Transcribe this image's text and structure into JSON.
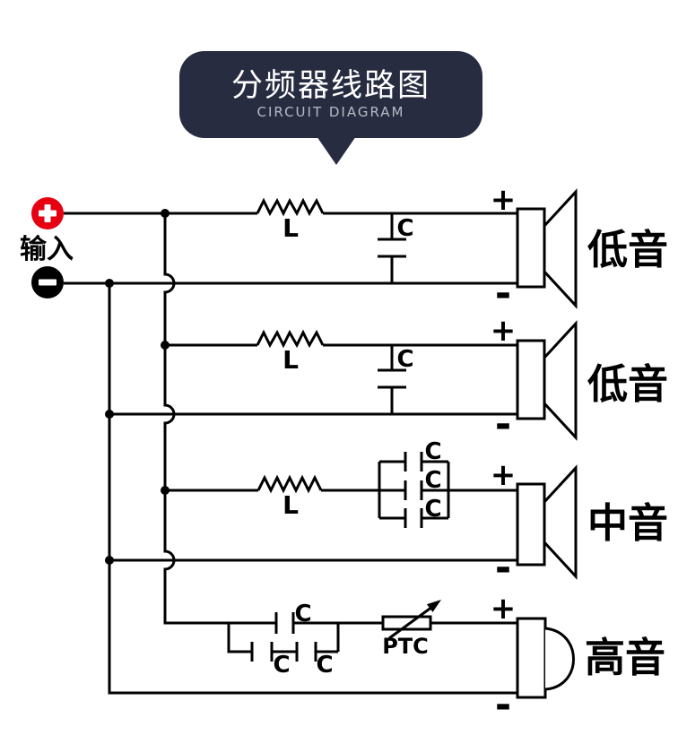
{
  "banner": {
    "title": "分频器线路图",
    "subtitle": "CIRCUIT DIAGRAM"
  },
  "input": {
    "label": "输入",
    "plus_icon": "plus-in-red-circle",
    "minus_icon": "minus-in-black-circle"
  },
  "colors": {
    "banner_bg": "#272c41",
    "banner_subtitle": "#b7bbc7",
    "terminal_plus_red": "#e60012",
    "terminal_minus_black": "#000000",
    "line_black": "#000000"
  },
  "branches": [
    {
      "inductor": "L",
      "cap_labels": [
        "C"
      ],
      "plus": "+",
      "minus": "-",
      "speaker": "低音"
    },
    {
      "inductor": "L",
      "cap_labels": [
        "C"
      ],
      "plus": "+",
      "minus": "-",
      "speaker": "低音"
    },
    {
      "inductor": "L",
      "cap_labels": [
        "C",
        "C",
        "C"
      ],
      "plus": "+",
      "minus": "-",
      "speaker": "中音"
    },
    {
      "cap_labels": [
        "C",
        "C",
        "C"
      ],
      "ptc": "PTC",
      "plus": "+",
      "minus": "-",
      "speaker": "高音"
    }
  ]
}
